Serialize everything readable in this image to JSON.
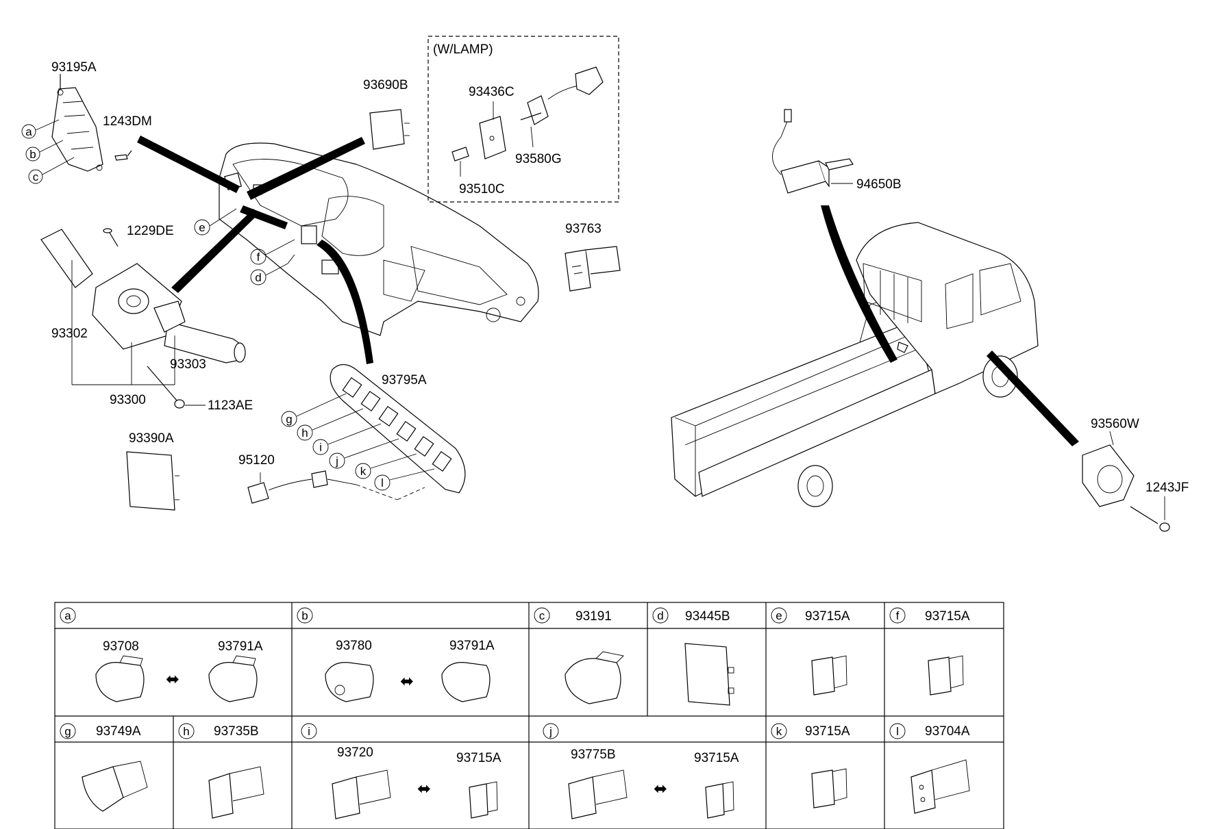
{
  "window_title": "",
  "callouts": {
    "p93195A": "93195A",
    "p1243DM": "1243DM",
    "p93690B": "93690B",
    "wlamp": "(W/LAMP)",
    "p93436C": "93436C",
    "p93580G": "93580G",
    "p93510C": "93510C",
    "p1229DE": "1229DE",
    "p93763": "93763",
    "p93302": "93302",
    "p93303": "93303",
    "p93300": "93300",
    "p1123AE": "1123AE",
    "p93390A": "93390A",
    "p93795A": "93795A",
    "p95120": "95120",
    "p94650B": "94650B",
    "p93560W": "93560W",
    "p1243JF": "1243JF"
  },
  "diagram_letters": {
    "a": "a",
    "b": "b",
    "c": "c",
    "d": "d",
    "e": "e",
    "f": "f",
    "g": "g",
    "h": "h",
    "i": "i",
    "j": "j",
    "k": "k",
    "l": "l"
  },
  "table": {
    "a": {
      "letter": "a",
      "part1": "93708",
      "part2": "93791A"
    },
    "b": {
      "letter": "b",
      "part1": "93780",
      "part2": "93791A"
    },
    "c": {
      "letter": "c",
      "part": "93191"
    },
    "d": {
      "letter": "d",
      "part": "93445B"
    },
    "e": {
      "letter": "e",
      "part": "93715A"
    },
    "f": {
      "letter": "f",
      "part": "93715A"
    },
    "g": {
      "letter": "g",
      "part": "93749A"
    },
    "h": {
      "letter": "h",
      "part": "93735B"
    },
    "i": {
      "letter": "i",
      "part1": "93720",
      "part2": "93715A"
    },
    "j": {
      "letter": "j",
      "part1": "93775B",
      "part2": "93715A"
    },
    "k": {
      "letter": "k",
      "part": "93715A"
    },
    "l": {
      "letter": "l",
      "part": "93704A"
    }
  }
}
